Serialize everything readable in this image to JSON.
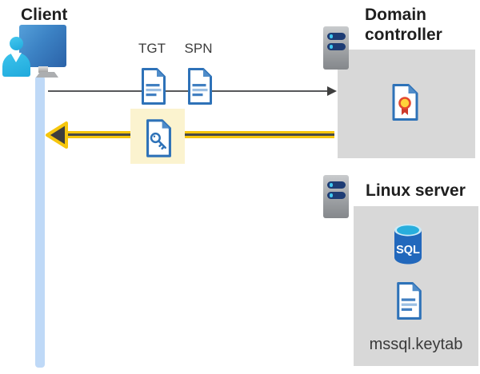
{
  "diagram": {
    "client": {
      "label": "Client"
    },
    "tickets": {
      "tgt_label": "TGT",
      "spn_label": "SPN"
    },
    "domain_controller": {
      "label": "Domain controller"
    },
    "linux_server": {
      "label": "Linux server",
      "sql_badge": "SQL",
      "keytab_label": "mssql.keytab"
    },
    "icons": [
      "user-icon",
      "monitor-icon",
      "timeline-bar",
      "document-icon",
      "key-document-icon",
      "certificate-document-icon",
      "server-icon",
      "sql-database-icon",
      "request-arrow",
      "response-arrow"
    ],
    "colors": {
      "doc_blue": "#2e72b8",
      "doc_fold_blue": "#4f8cc9",
      "person_cyan": "#2fbae7",
      "timeline_blue": "#bfd9f7",
      "highlight_yellow": "#fbf3cf",
      "arrow_yellow": "#f6c60d",
      "arrow_dark": "#3e3e3e",
      "zone_gray": "#d8d8d8",
      "server_bar_navy": "#1e3c74",
      "server_dot_cyan": "#3fc6f0",
      "sql_body_blue": "#2268bc",
      "sql_top_cyan": "#28aedd",
      "cert_gold": "#ffd43a",
      "cert_red": "#cf3a2a"
    }
  }
}
